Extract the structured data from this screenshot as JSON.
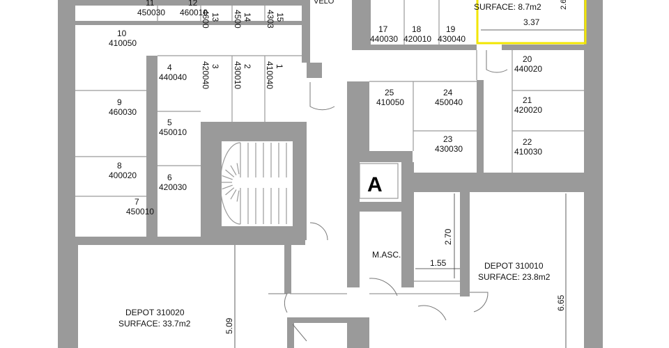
{
  "colors": {
    "wall": "#9a9a9a",
    "highlight": "#f2e600",
    "text": "#111111"
  },
  "labels": {
    "top_cut": "VELO",
    "stair_letter": "A",
    "elevator": "M.ASC.",
    "selected_surface": "SURFACE: 8.7m2",
    "selected_width": "3.37",
    "selected_height_cut": "2.6",
    "depot_a_name": "DEPOT 310010",
    "depot_a_surface": "SURFACE: 23.8m2",
    "depot_a_dim": "6.65",
    "depot_b_name": "DEPOT 310020",
    "depot_b_surface": "SURFACE: 33.7m2",
    "depot_b_dim": "5.09",
    "shaft_w": "1.55",
    "shaft_h": "2.70"
  },
  "cells": [
    {
      "num": "11",
      "code": "450030"
    },
    {
      "num": "12",
      "code": "460010"
    },
    {
      "num": "13",
      "code": "4600"
    },
    {
      "num": "14",
      "code": "4500"
    },
    {
      "num": "15",
      "code": "4303"
    },
    {
      "num": "10",
      "code": "410050"
    },
    {
      "num": "9",
      "code": "460030"
    },
    {
      "num": "8",
      "code": "400020"
    },
    {
      "num": "7",
      "code": "450010"
    },
    {
      "num": "4",
      "code": "440040"
    },
    {
      "num": "5",
      "code": "450010"
    },
    {
      "num": "6",
      "code": "420030"
    },
    {
      "num": "3",
      "code": "420040"
    },
    {
      "num": "2",
      "code": "430010"
    },
    {
      "num": "1",
      "code": "410040"
    },
    {
      "num": "17",
      "code": "440030"
    },
    {
      "num": "18",
      "code": "420010"
    },
    {
      "num": "19",
      "code": "430040"
    },
    {
      "num": "25",
      "code": "410050"
    },
    {
      "num": "24",
      "code": "450040"
    },
    {
      "num": "23",
      "code": "430030"
    },
    {
      "num": "20",
      "code": "440020"
    },
    {
      "num": "21",
      "code": "420020"
    },
    {
      "num": "22",
      "code": "410030"
    }
  ]
}
